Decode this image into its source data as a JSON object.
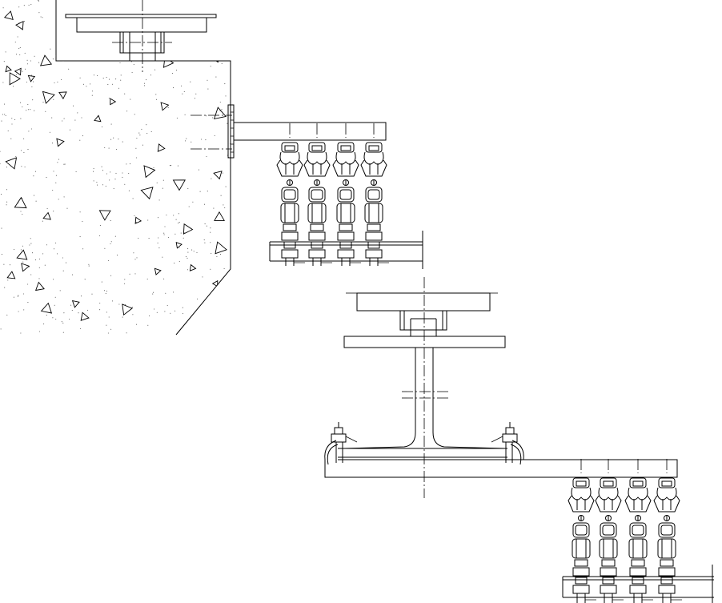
{
  "drawing": {
    "kind": "structural detail cross-section",
    "elements": [
      "concrete-wall",
      "wall-bracket-arm",
      "upper-hanger-group",
      "i-beam",
      "beam-clamp-left",
      "beam-clamp-right",
      "lower-bracket-arm",
      "lower-hanger-group"
    ],
    "upper_hanger_count": 4,
    "lower_hanger_count": 4,
    "line_color": "#000000",
    "background": "#ffffff"
  }
}
